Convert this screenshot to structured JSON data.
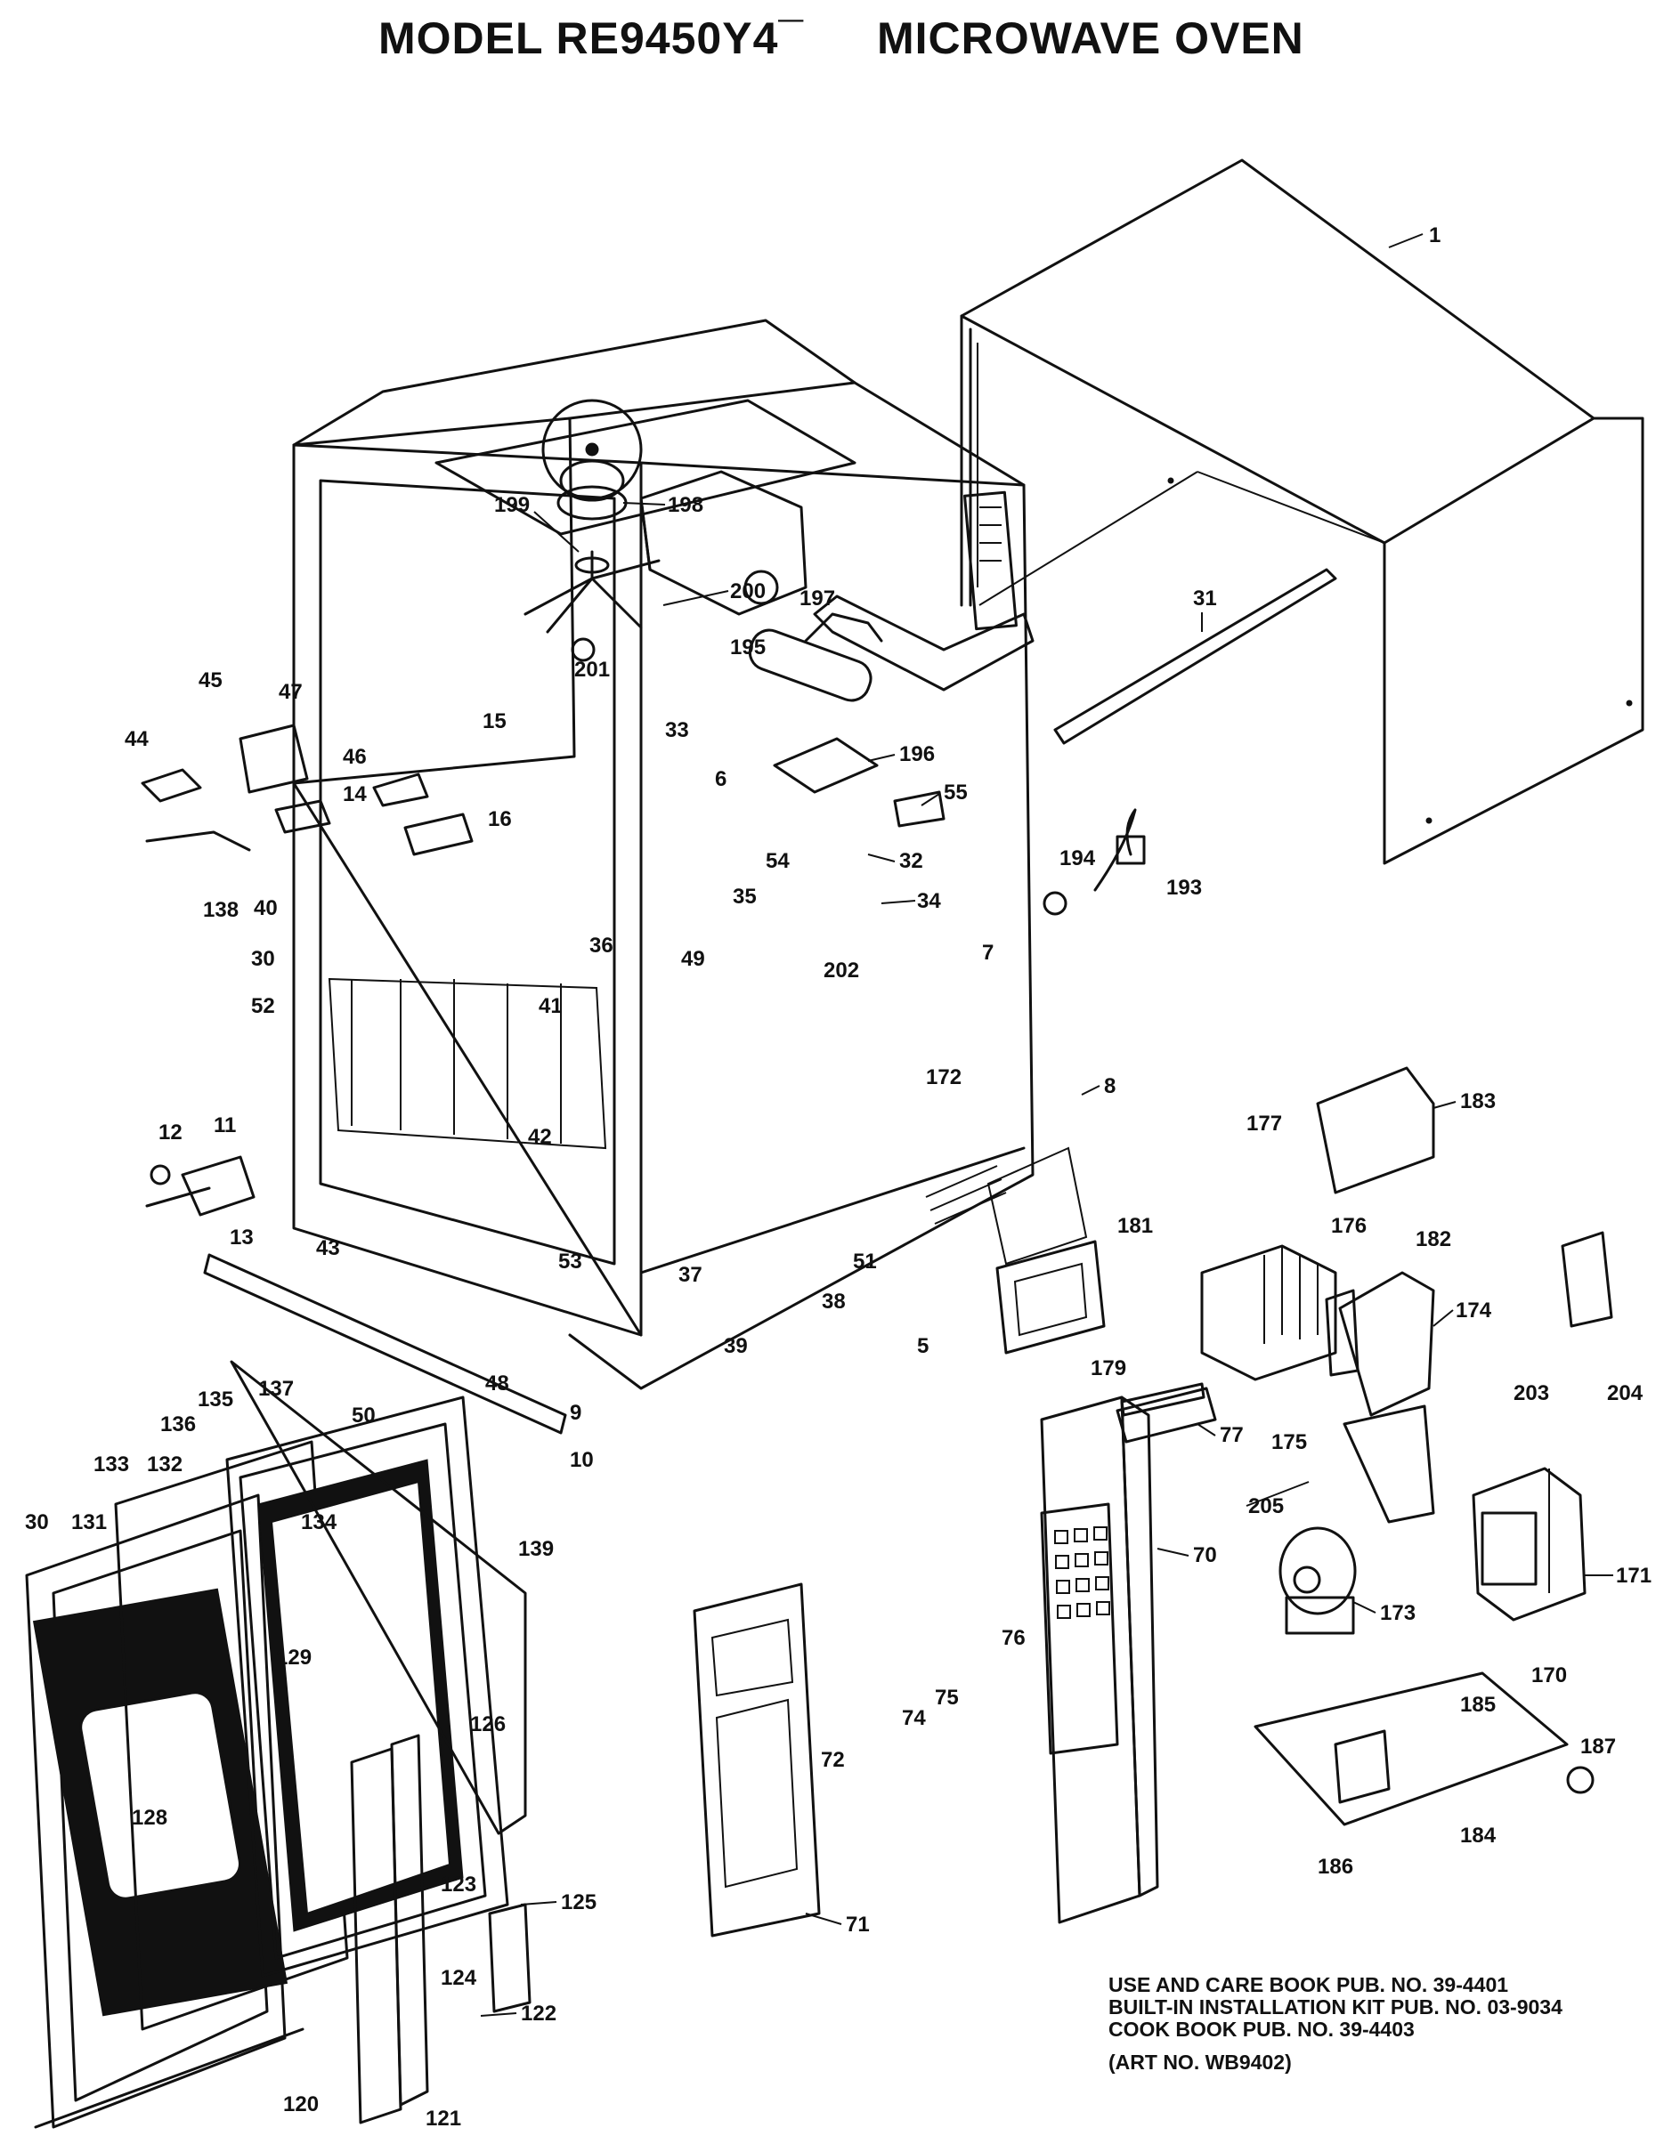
{
  "title": {
    "model": "MODEL RE9450Y4¯",
    "product": "MICROWAVE OVEN"
  },
  "publications": [
    "USE AND CARE BOOK PUB. NO. 39-4401",
    "BUILT-IN INSTALLATION KIT PUB. NO. 03-9034",
    "COOK BOOK PUB. NO. 39-4403"
  ],
  "art_no": "(ART NO. WB9402)",
  "part_labels": {
    "p1": "1",
    "p5": "5",
    "p6": "6",
    "p7": "7",
    "p8": "8",
    "p9": "9",
    "p10": "10",
    "p11": "11",
    "p12": "12",
    "p13": "13",
    "p14": "14",
    "p15": "15",
    "p16": "16",
    "p30a": "30",
    "p30b": "30",
    "p31": "31",
    "p32": "32",
    "p33": "33",
    "p34": "34",
    "p35": "35",
    "p36": "36",
    "p37": "37",
    "p38": "38",
    "p39": "39",
    "p40": "40",
    "p41": "41",
    "p42": "42",
    "p43": "43",
    "p44": "44",
    "p45": "45",
    "p46": "46",
    "p47": "47",
    "p48": "48",
    "p49": "49",
    "p50": "50",
    "p51": "51",
    "p52": "52",
    "p53": "53",
    "p54": "54",
    "p55": "55",
    "p70": "70",
    "p71": "71",
    "p72": "72",
    "p74": "74",
    "p75": "75",
    "p76": "76",
    "p77": "77",
    "p120": "120",
    "p121": "121",
    "p122": "122",
    "p123": "123",
    "p124": "124",
    "p125": "125",
    "p126": "126",
    "p128": "128",
    "p129": "129",
    "p131": "131",
    "p132": "132",
    "p133": "133",
    "p134": "134",
    "p135": "135",
    "p136": "136",
    "p137": "137",
    "p138": "138",
    "p139": "139",
    "p170": "170",
    "p171": "171",
    "p172": "172",
    "p173": "173",
    "p174": "174",
    "p175": "175",
    "p176": "176",
    "p177": "177",
    "p179": "179",
    "p181": "181",
    "p182": "182",
    "p183": "183",
    "p184": "184",
    "p185": "185",
    "p186": "186",
    "p187": "187",
    "p193": "193",
    "p194": "194",
    "p195": "195",
    "p196": "196",
    "p197": "197",
    "p198": "198",
    "p199": "199",
    "p200": "200",
    "p201": "201",
    "p202": "202",
    "p203": "203",
    "p204": "204",
    "p205": "205"
  }
}
